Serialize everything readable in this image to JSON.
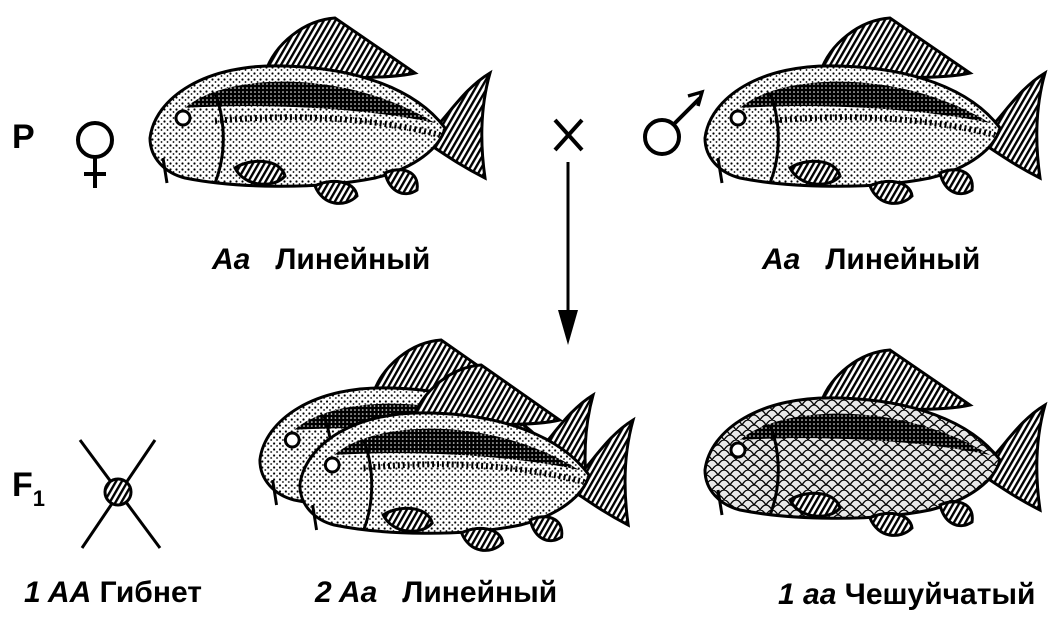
{
  "generations": {
    "parents": "P",
    "filial": "F",
    "filial_sub": "1"
  },
  "symbols": {
    "female": "female-symbol",
    "male": "male-symbol",
    "cross": "×"
  },
  "parents": {
    "female": {
      "genotype": "Aa",
      "phenotype": "Линейный"
    },
    "male": {
      "genotype": "Aa",
      "phenotype": "Линейный"
    }
  },
  "offspring": [
    {
      "genotype": "1 AA",
      "phenotype": "Гибнет"
    },
    {
      "genotype": "2 Aa",
      "phenotype": "Линейный"
    },
    {
      "genotype": "1 aa",
      "phenotype": "Чешуйчатый"
    }
  ],
  "colors": {
    "ink": "#000000",
    "paper": "#ffffff"
  }
}
